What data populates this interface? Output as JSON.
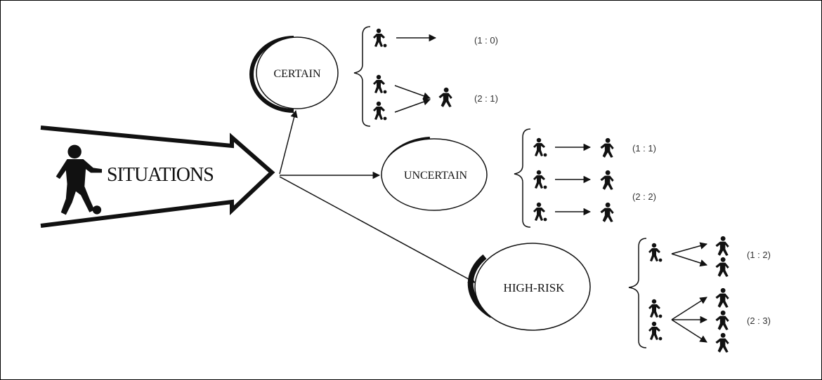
{
  "diagram": {
    "source": {
      "label": "SITUATIONS",
      "icon": "soccer-player-icon"
    },
    "categories": [
      {
        "label": "CERTAIN",
        "ratios": [
          "(1 : 0)",
          "(2 : 1)"
        ]
      },
      {
        "label": "UNCERTAIN",
        "ratios": [
          "(1 : 1)",
          "(2 : 2)"
        ]
      },
      {
        "label": "HIGH-RISK",
        "ratios": [
          "(1 : 2)",
          "(2 : 3)"
        ]
      }
    ],
    "icons": {
      "attacker": "attacker-with-ball-icon",
      "defender": "defender-icon"
    },
    "colors": {
      "line": "#111111",
      "fill": "#ffffff"
    }
  }
}
